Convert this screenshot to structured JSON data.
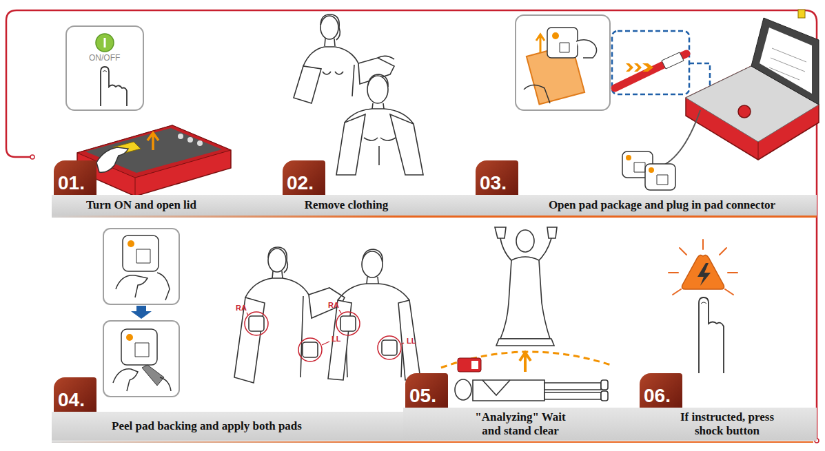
{
  "diagram": {
    "nodes": [
      {
        "text": [
          "Turn ON and open lid"
        ]
      },
      {
        "text": [
          "01."
        ],
        "in": 0
      },
      {
        "text": [
          "Remove clothing"
        ]
      },
      {
        "text": [
          "02."
        ],
        "in": 2
      },
      {
        "text": [
          "Open pad package and plug in pad connector"
        ]
      },
      {
        "text": [
          "03."
        ],
        "in": 4
      },
      {
        "text": [
          "Peel pad backing and apply both pads"
        ]
      },
      {
        "text": [
          "04."
        ],
        "in": 6
      },
      {
        "text": [
          "\"Analyzing\" Wait and stand clear"
        ]
      },
      {
        "text": [
          "05."
        ],
        "in": 8
      },
      {
        "text": [
          "If instructed, press shock button"
        ]
      },
      {
        "text": [
          "06."
        ],
        "in": 10
      }
    ],
    "labels": [
      "ON/OFF",
      "RA",
      "LL",
      "RA",
      "LL"
    ]
  }
}
